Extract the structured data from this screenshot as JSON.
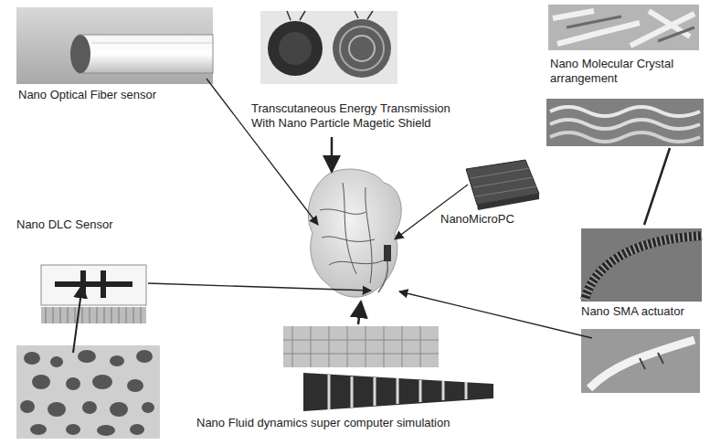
{
  "diagram": {
    "labels": [
      "Nano Optical Fiber sensor",
      "Transcutaneous Energy Transmission With Nano Particle Magetic Shield",
      "Nano Molecular Crystal arrangement",
      "NanoMicroPC",
      "Nano DLC Sensor",
      "Nano SMA actuator",
      "Nano Fluid dynamics super computer simulation"
    ]
  }
}
